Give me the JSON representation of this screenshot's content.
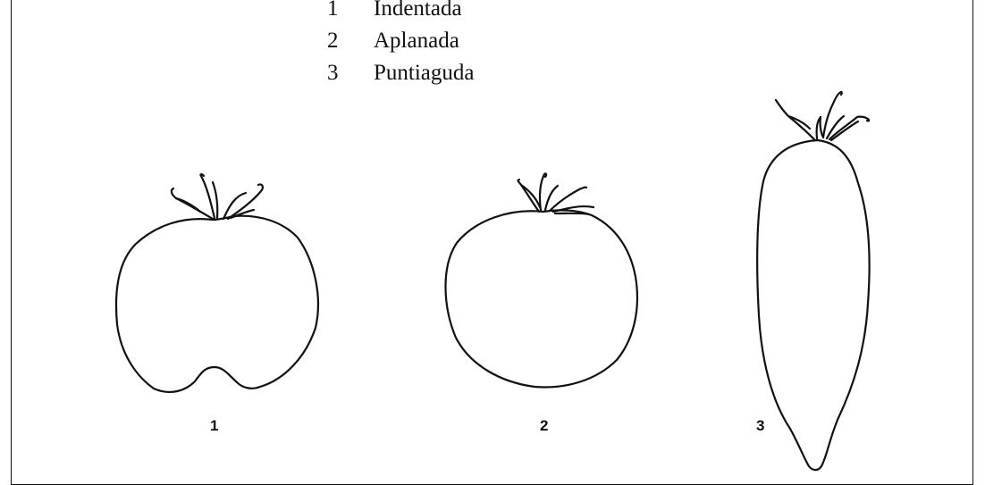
{
  "legend": {
    "items": [
      {
        "number": "1",
        "label": "Indentada"
      },
      {
        "number": "2",
        "label": "Aplanada"
      },
      {
        "number": "3",
        "label": "Puntiaguda"
      }
    ]
  },
  "figures": [
    {
      "label": "1",
      "shape": "indented"
    },
    {
      "label": "2",
      "shape": "flattened"
    },
    {
      "label": "3",
      "shape": "pointed"
    }
  ]
}
